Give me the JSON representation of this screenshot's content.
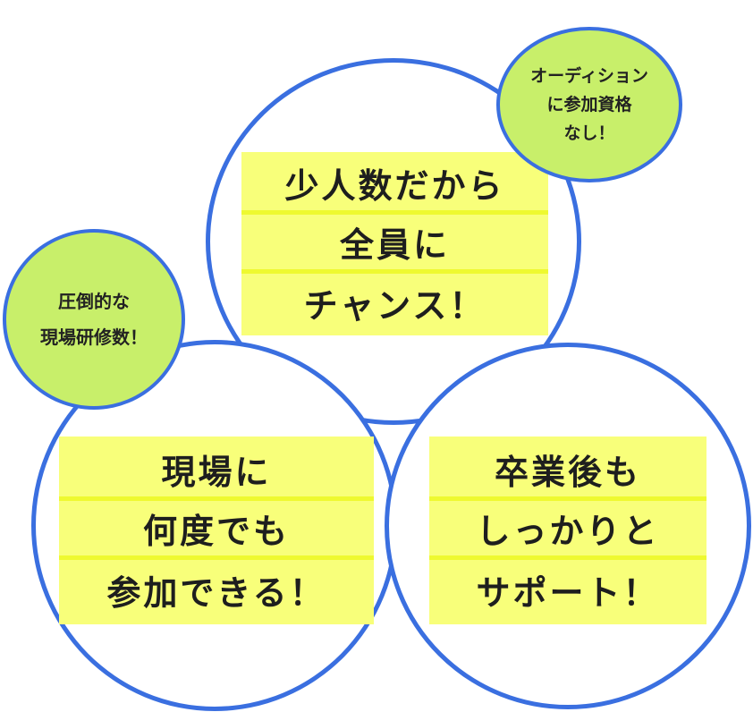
{
  "circles": [
    {
      "lines": [
        "少人数だから",
        "全員に",
        "チャンス！"
      ]
    },
    {
      "lines": [
        "現場に",
        "何度でも",
        "参加できる！"
      ]
    },
    {
      "lines": [
        "卒業後も",
        "しっかりと",
        "サポート！"
      ]
    }
  ],
  "bubbles": [
    {
      "lines": [
        "オーディション",
        "に参加資格",
        "なし！"
      ]
    },
    {
      "lines": [
        "圧倒的な",
        "現場研修数！"
      ]
    }
  ],
  "colors": {
    "circle_border": "#3a6fe0",
    "bubble_fill": "#c8ef6a",
    "panel_fill": "#f8ff7a",
    "panel_rule": "#eef930"
  }
}
